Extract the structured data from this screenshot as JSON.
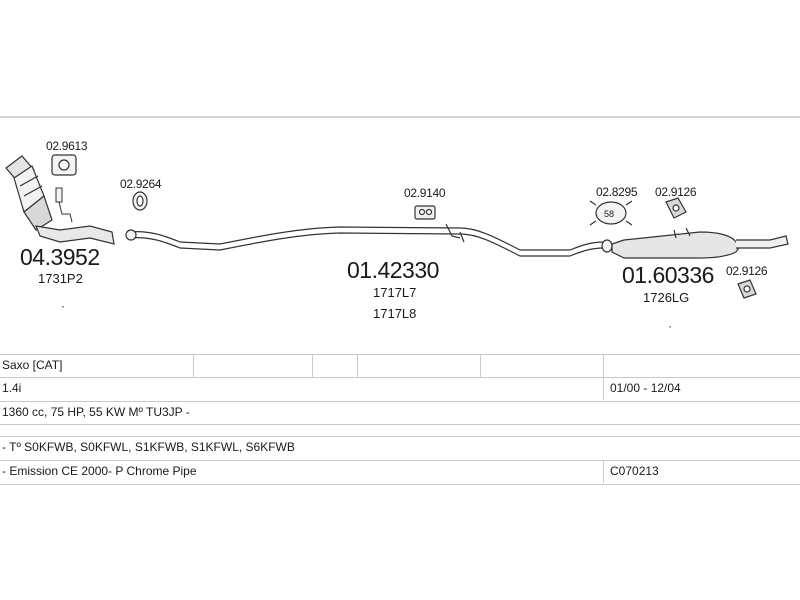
{
  "parts": {
    "cat_part": "04.3952",
    "cat_code": "1731P2",
    "cat_gasket": "02.9613",
    "front_gasket": "02.9264",
    "mid_pipe_part": "01.42330",
    "mid_code_a": "1717L7",
    "mid_code_b": "1717L8",
    "mid_hanger": "02.9140",
    "rear_clamp": "02.8295",
    "rear_clamp_badge": "58",
    "rear_hanger_top": "02.9126",
    "rear_part": "01.60336",
    "rear_code": "1726LG",
    "rear_hanger_bottom": "02.9126"
  },
  "table": {
    "model": "Saxo  [CAT]",
    "engine": "1.4i",
    "date_range": "01/00 - 12/04",
    "specs": "1360 cc, 75 HP, 55 KW Mº TU3JP -",
    "types": "- Tº S0KFWB, S0KFWL, S1KFWB, S1KFWL, S6KFWB",
    "note": "- Emission CE 2000- P Chrome Pipe",
    "code": "C070213"
  }
}
